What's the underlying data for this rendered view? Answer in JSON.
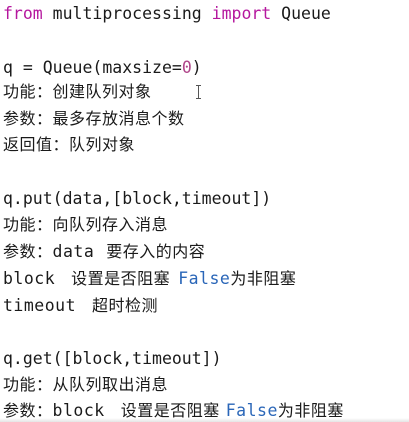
{
  "import_line": {
    "from_kw": "from",
    "module": " multiprocessing ",
    "import_kw": "import",
    "name": " Queue"
  },
  "queue_ctor": {
    "code_prefix": "q = Queue(maxsize=",
    "default_value": "0",
    "code_suffix": ")",
    "function": "功能：创建队列对象",
    "params": "参数：最多存放消息个数",
    "returns": "返回值：队列对象"
  },
  "put_method": {
    "signature": "q.put(data,[block,timeout])",
    "function": "功能：向队列存入消息",
    "params_label": "参数：",
    "params_name": "data",
    "params_desc": "要存入的内容",
    "block_name": "block",
    "block_desc": "设置是否阻塞",
    "block_value": "False",
    "block_suffix": "为非阻塞",
    "timeout_name": "timeout",
    "timeout_desc": "超时检测"
  },
  "get_method": {
    "signature": "q.get([block,timeout])",
    "function": "功能：从队列取出消息",
    "params_label": "参数：",
    "block_name": "block",
    "block_desc": "设置是否阻塞",
    "block_value": "False",
    "block_suffix": "为非阻塞"
  },
  "colors": {
    "keyword": "#b5179e",
    "literal": "#b0478b",
    "boolean": "#2a66b8",
    "text": "#1a1a1a"
  }
}
